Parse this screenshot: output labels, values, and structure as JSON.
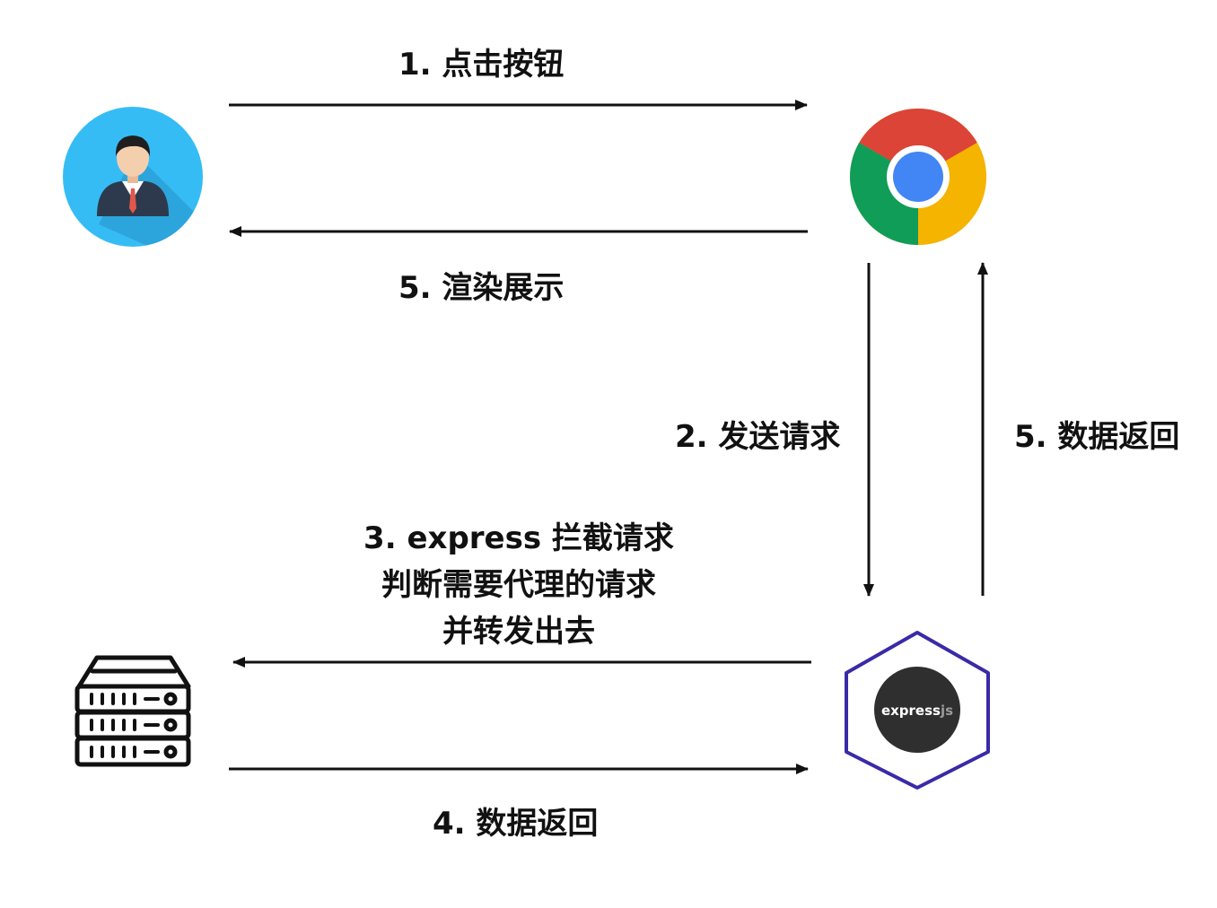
{
  "nodes": {
    "user": {
      "icon": "user-avatar-icon"
    },
    "browser": {
      "icon": "chrome-icon"
    },
    "proxy": {
      "icon": "expressjs-logo-icon",
      "logo_text": "express",
      "logo_suffix": "js"
    },
    "server": {
      "icon": "server-rack-icon"
    }
  },
  "steps": {
    "click": "1. 点击按钮",
    "render": "5. 渲染展示",
    "send_request": "2. 发送请求",
    "data_return_browser": "5. 数据返回",
    "proxy_line1": "3. express 拦截请求",
    "proxy_line2": "判断需要代理的请求",
    "proxy_line3": "并转发出去",
    "data_return_server": "4. 数据返回"
  },
  "colors": {
    "arrow": "#111111",
    "avatar_bg": "#36bcf4",
    "hexagon": "#3a2aa8",
    "express_bg": "#2f2f2f",
    "chrome_red": "#db4437",
    "chrome_green": "#0f9d58",
    "chrome_yellow": "#f4b400",
    "chrome_blue": "#4285f4"
  }
}
